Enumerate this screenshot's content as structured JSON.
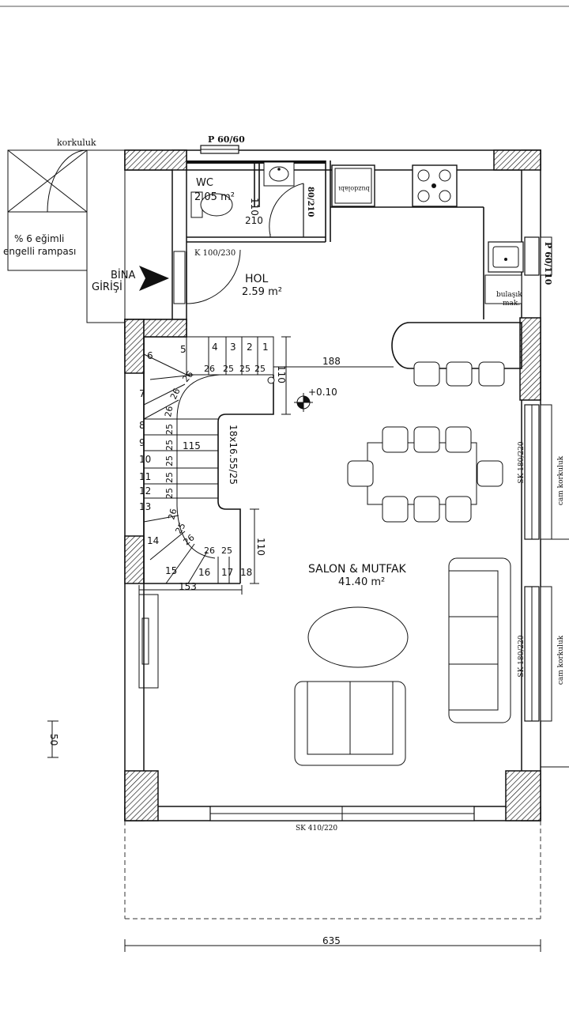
{
  "plan": {
    "rooms": {
      "wc": {
        "name": "WC",
        "area": "2.05 m²"
      },
      "hol": {
        "name": "HOL",
        "area": "2.59 m²"
      },
      "salon": {
        "name": "SALON & MUTFAK",
        "area": "41.40 m²"
      }
    },
    "labels": {
      "korkuluk": "korkuluk",
      "ramp_line1": "% 6 eğimli",
      "ramp_line2": "engelli rampası",
      "entrance_line1": "BİNA",
      "entrance_line2": "GİRİŞİ",
      "window_top": "P 60/60",
      "door_main": "K 100/230",
      "door_wc": "80/210",
      "bulasik": "bulaşık",
      "mak": "mak.",
      "buzdolabi": "buzdolabı",
      "window_right_side": "P 60/110",
      "window_right_1": "SK 180/220",
      "window_right_2": "SK 180/220",
      "cam_korkuluk_1": "cam korkuluk",
      "cam_korkuluk_2": "cam korkuluk",
      "window_bottom": "SK 410/220",
      "level": "+0.10",
      "stair_size": "18x16.55/25"
    },
    "dimensions": {
      "wc_h": "110",
      "wc_w": "210",
      "stair_top": "110",
      "counter": "188",
      "stair_width": "115",
      "stair_bottom_w": "153",
      "stair_bottom_h": "110",
      "left_50": "50",
      "overall_width": "635"
    },
    "stair_numbers": [
      "1",
      "2",
      "3",
      "4",
      "5",
      "6",
      "7",
      "8",
      "9",
      "10",
      "11",
      "12",
      "13",
      "14",
      "15",
      "16",
      "17",
      "18"
    ],
    "tread_labels": [
      "25",
      "25",
      "25",
      "26",
      "26",
      "26",
      "26",
      "25",
      "25",
      "25",
      "25",
      "25",
      "26",
      "25",
      "26",
      "26",
      "25"
    ]
  }
}
